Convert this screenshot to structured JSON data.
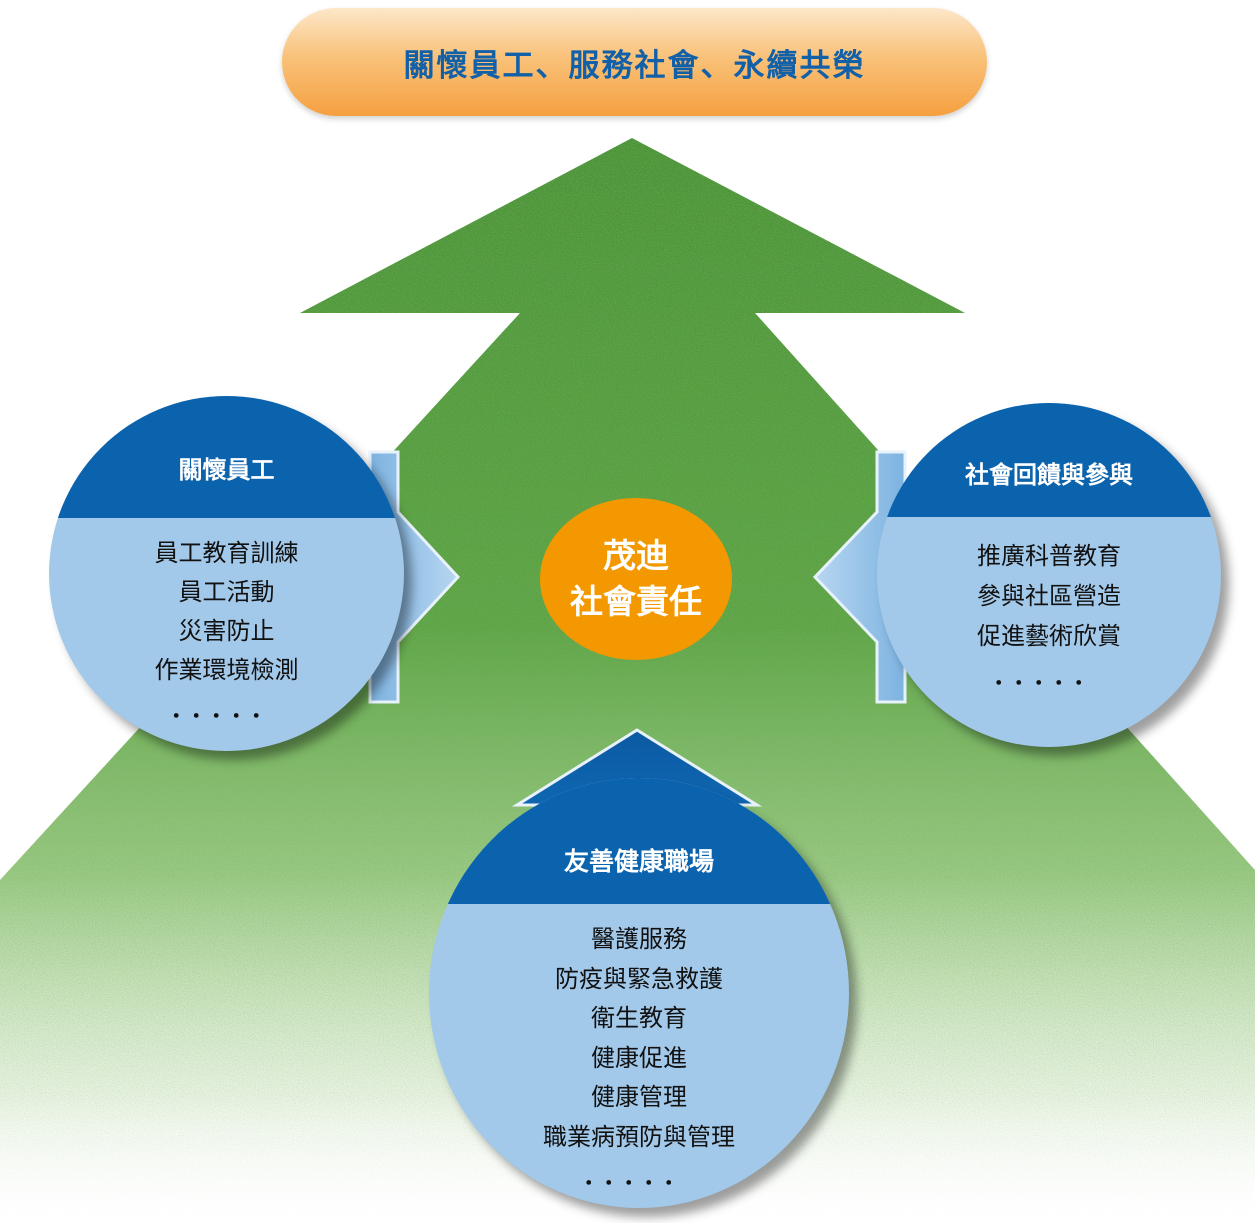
{
  "banner": {
    "text": "關懷員工、服務社會、永續共榮"
  },
  "center": {
    "line1": "茂迪",
    "line2": "社會責任"
  },
  "left": {
    "title": "關懷員工",
    "items": [
      "員工教育訓練",
      "員工活動",
      "災害防止",
      "作業環境檢測",
      "．．．．．"
    ]
  },
  "right": {
    "title": "社會回饋與參與",
    "items": [
      "推廣科普教育",
      "參與社區營造",
      "促進藝術欣賞",
      "．．．．．"
    ]
  },
  "bottom": {
    "title": "友善健康職場",
    "items": [
      "醫護服務",
      "防疫與緊急救護",
      "衛生教育",
      "健康促進",
      "健康管理",
      "職業病預防與管理",
      "．．．．．"
    ]
  },
  "colors": {
    "banner_gradient": [
      "#fde7c9",
      "#f5a040"
    ],
    "banner_text": "#1260a8",
    "center_fill": "#f39800",
    "circle_header": "#0c63ad",
    "circle_body": "#a3c9ea",
    "grass": "#4f9a3a"
  }
}
